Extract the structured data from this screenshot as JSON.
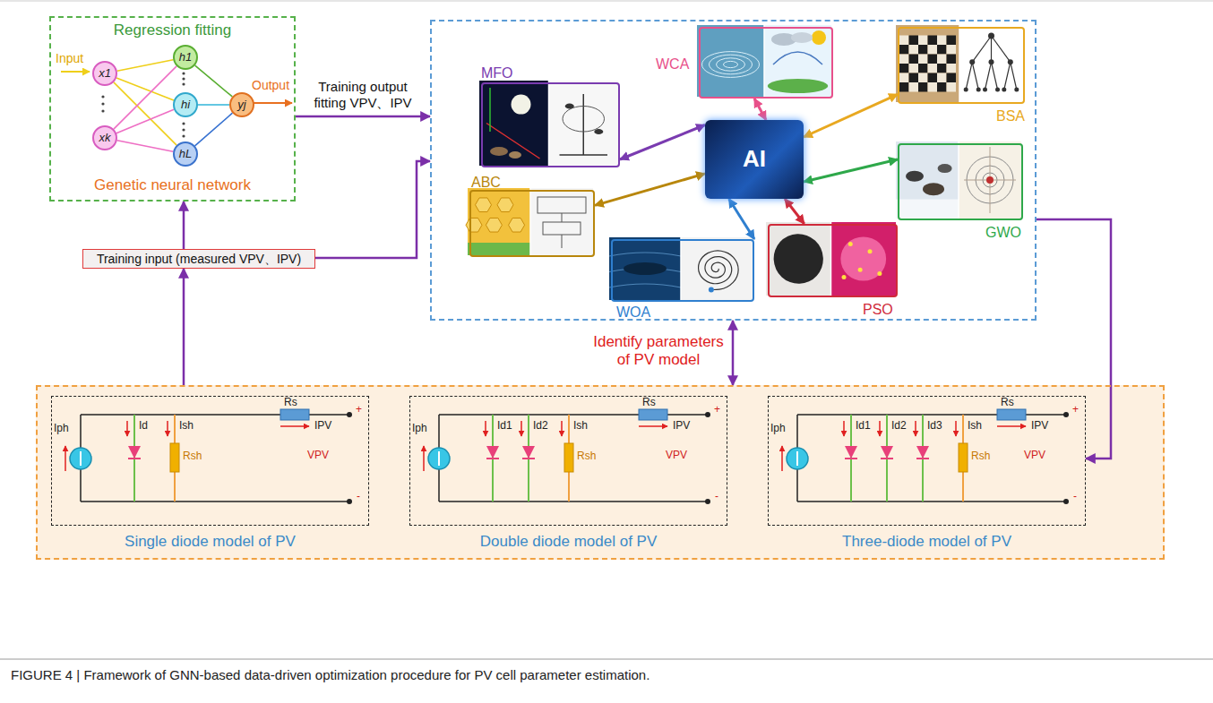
{
  "diagram": {
    "caption": "FIGURE 4 | Framework of GNN-based data-driven optimization procedure for PV cell parameter estimation.",
    "nodes": [
      {
        "text": [
          "Regression fitting",
          "Genetic neural network"
        ]
      },
      {
        "text": [
          "x1"
        ],
        "in": 0
      },
      {
        "text": [
          "xk"
        ],
        "in": 0
      },
      {
        "text": [
          "h1"
        ],
        "in": 0
      },
      {
        "text": [
          "hi"
        ],
        "in": 0
      },
      {
        "text": [
          "hL"
        ],
        "in": 0
      },
      {
        "text": [
          "yj"
        ],
        "in": 0
      },
      {
        "text": [
          "Training input (measured VPV、IPV)"
        ]
      },
      {
        "text": []
      },
      {
        "text": [
          "MFO"
        ],
        "in": 8
      },
      {
        "text": [
          "WCA"
        ],
        "in": 8
      },
      {
        "text": [
          "AI"
        ],
        "in": 8
      },
      {
        "text": [
          "BSA"
        ],
        "in": 8
      },
      {
        "text": [
          "ABC"
        ],
        "in": 8
      },
      {
        "text": [
          "GWO"
        ],
        "in": 8
      },
      {
        "text": [
          "WOA"
        ],
        "in": 8
      },
      {
        "text": [
          "PSO"
        ],
        "in": 8
      },
      {
        "text": []
      },
      {
        "text": [
          "Single diode model of PV"
        ],
        "in": 17
      },
      {
        "text": [
          "Double diode model of PV"
        ],
        "in": 17
      },
      {
        "text": [
          "Three-diode model of PV"
        ],
        "in": 17
      }
    ],
    "edges": [
      {
        "from": 1,
        "to": 3,
        "arrow": "none"
      },
      {
        "from": 1,
        "to": 4,
        "arrow": "none"
      },
      {
        "from": 1,
        "to": 5,
        "arrow": "none"
      },
      {
        "from": 2,
        "to": 3,
        "arrow": "none"
      },
      {
        "from": 2,
        "to": 4,
        "arrow": "none"
      },
      {
        "from": 2,
        "to": 5,
        "arrow": "none"
      },
      {
        "from": 3,
        "to": 6,
        "arrow": "none"
      },
      {
        "from": 4,
        "to": 6,
        "arrow": "none"
      },
      {
        "from": 5,
        "to": 6,
        "arrow": "none"
      },
      {
        "from": 0,
        "to": 8,
        "arrow": "to",
        "label": "Training output fitting VPV、IPV"
      },
      {
        "from": 7,
        "to": 0,
        "arrow": "to"
      },
      {
        "from": 7,
        "to": 8,
        "arrow": "to"
      },
      {
        "from": 17,
        "to": 7,
        "arrow": "to"
      },
      {
        "from": 8,
        "to": 17,
        "arrow": "both",
        "label": "Identify parameters of PV model"
      },
      {
        "from": 8,
        "to": 20,
        "arrow": "to"
      },
      {
        "from": 11,
        "to": 9,
        "arrow": "both"
      },
      {
        "from": 11,
        "to": 10,
        "arrow": "both"
      },
      {
        "from": 11,
        "to": 12,
        "arrow": "both"
      },
      {
        "from": 11,
        "to": 13,
        "arrow": "both"
      },
      {
        "from": 11,
        "to": 14,
        "arrow": "both"
      },
      {
        "from": 11,
        "to": 15,
        "arrow": "both"
      },
      {
        "from": 11,
        "to": 16,
        "arrow": "both"
      }
    ],
    "labels": [
      "Input",
      "Output",
      "Rs",
      "IPV",
      "+",
      "Iph",
      "Id",
      "Ish",
      "Rsh",
      "VPV",
      "-",
      "Rs",
      "IPV",
      "+",
      "Iph",
      "Id1",
      "Id2",
      "Ish",
      "Rsh",
      "VPV",
      "-",
      "Rs",
      "IPV",
      "+",
      "Iph",
      "Id1",
      "Id2",
      "Id3",
      "Ish",
      "Rsh",
      "VPV",
      "-"
    ]
  }
}
